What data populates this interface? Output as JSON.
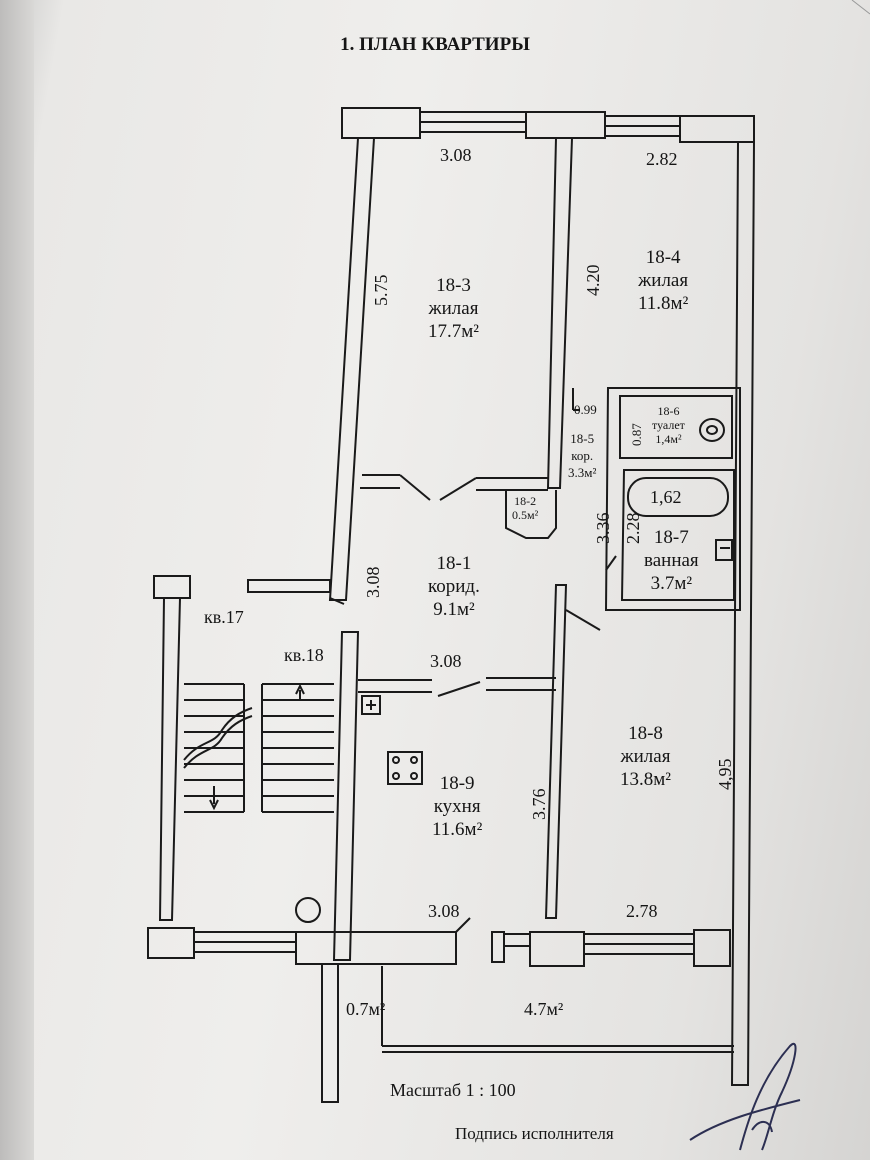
{
  "title": "1. ПЛАН КВАРТИРЫ",
  "rooms": {
    "r3": {
      "id": "18-3",
      "type": "жилая",
      "area": "17.7м²"
    },
    "r4": {
      "id": "18-4",
      "type": "жилая",
      "area": "11.8м²"
    },
    "r6": {
      "id": "18-6",
      "type": "туалет",
      "area": "1,4м²"
    },
    "r5": {
      "id": "18-5",
      "type": "кор.",
      "area": "3.3м²"
    },
    "r2": {
      "id": "18-2",
      "area": "0.5м²"
    },
    "r7": {
      "id": "18-7",
      "type": "ванная",
      "area": "3.7м²",
      "bath": "1,62"
    },
    "r1": {
      "id": "18-1",
      "type": "корид.",
      "area": "9.1м²"
    },
    "r8": {
      "id": "18-8",
      "type": "жилая",
      "area": "13.8м²"
    },
    "r9": {
      "id": "18-9",
      "type": "кухня",
      "area": "11.6м²"
    },
    "balcony_small": {
      "area": "0.7м²"
    },
    "balcony": {
      "area": "4.7м²"
    }
  },
  "dimensions": {
    "d308_top": "3.08",
    "d282": "2.82",
    "d575": "5.75",
    "d420": "4.20",
    "d099": "0.99",
    "d087": "0.87",
    "d336": "3.36",
    "d228": "2.28",
    "d308_mid": "3.08",
    "d308_corr": "3.08",
    "d376": "3.76",
    "d495": "4,95",
    "d308_bot": "3.08",
    "d278": "2.78"
  },
  "neighbors": {
    "kv17": "кв.17",
    "kv18": "кв.18"
  },
  "scale": "Масштаб 1 : 100",
  "signature_label": "Подпись исполнителя"
}
